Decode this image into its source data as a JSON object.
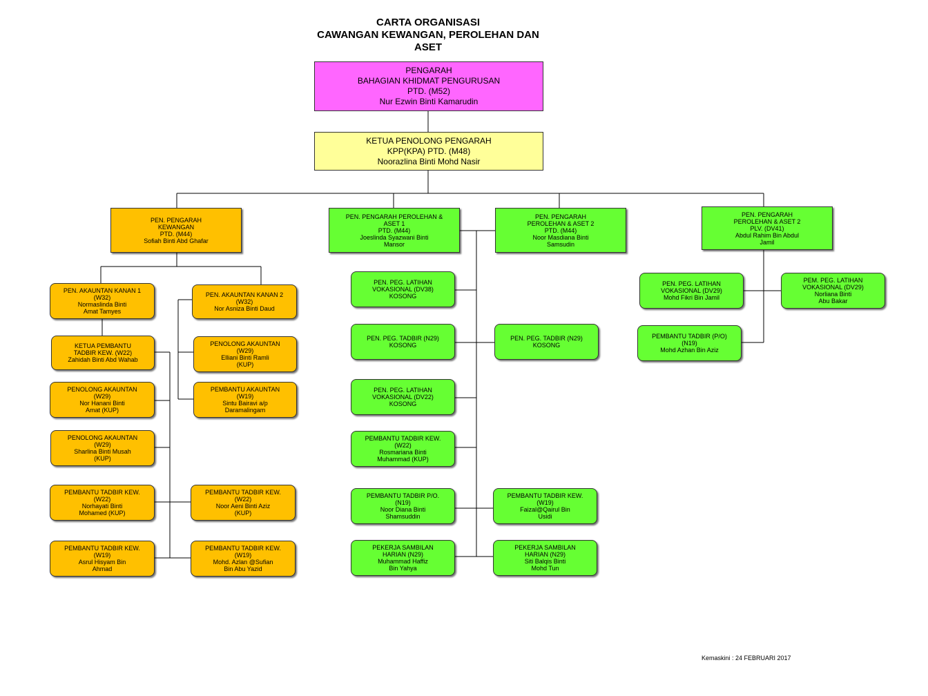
{
  "title": [
    "CARTA ORGANISASI",
    "CAWANGAN KEWANGAN, PEROLEHAN DAN",
    "ASET"
  ],
  "colors": {
    "director": "#ff66ff",
    "deputy": "#ffff99",
    "finance": "#ffc000",
    "procurement": "#66ff33"
  },
  "director": [
    "PENGARAH",
    "BAHAGIAN KHIDMAT PENGURUSAN",
    "PTD. (M52)",
    "Nur Ezwin Binti Kamarudin"
  ],
  "deputy": [
    "KETUA PENOLONG PENGARAH",
    "KPP(KPA) PTD. (M48)",
    "Noorazlina Binti Mohd Nasir"
  ],
  "finance": {
    "head": [
      "PEN. PENGARAH",
      "KEWANGAN",
      "PTD. (M44)",
      "Sofiah Binti Abd Ghafar"
    ],
    "accountant1": [
      "PEN. AKAUNTAN KANAN 1",
      "(W32)",
      "Normaslinda Binti",
      "Amat Tamyes"
    ],
    "accountant2": [
      "PEN. AKAUNTAN KANAN 2",
      "(W32)",
      "Nor Asniza Binti Daud"
    ],
    "left_staff": [
      [
        "KETUA PEMBANTU",
        "TADBIR KEW. (W22)",
        "Zahidah Binti Abd Wahab"
      ],
      [
        "PENOLONG AKAUNTAN",
        "(W29)",
        "Nor Hanani Binti",
        "Amat (KUP)"
      ],
      [
        "PENOLONG AKAUNTAN",
        "(W29)",
        "Sharlina Binti Musah",
        "(KUP)"
      ],
      [
        "PEMBANTU TADBIR KEW.",
        "(W22)",
        "Norhayati Binti",
        "Mohamed (KUP)"
      ],
      [
        "PEMBANTU TADBIR KEW.",
        "(W19)",
        "Asrul Hisyam Bin",
        "Ahmad"
      ]
    ],
    "right_staff": [
      [
        "PENOLONG AKAUNTAN",
        "(W29)",
        "Elliani Binti Ramli",
        "(KUP)"
      ],
      [
        "PEMBANTU AKAUNTAN",
        "(W19)",
        "Sintu Bairavi a/p",
        "Daramalingam"
      ],
      [
        "PEMBANTU TADBIR KEW.",
        "(W22)",
        "Noor Aeni Binti Aziz",
        "(KUP)"
      ],
      [
        "PEMBANTU TADBIR KEW.",
        "(W19)",
        "Mohd. Azlan @Sufian",
        "Bin Abu Yazid"
      ]
    ]
  },
  "procurement1": {
    "head": [
      "PEN. PENGARAH PEROLEHAN &",
      "ASET 1",
      "PTD. (M44)",
      "Joeslinda Syazwani Binti",
      "Mansor"
    ],
    "staff": [
      [
        "PEN. PEG. LATIHAN",
        "VOKASIONAL (DV38)",
        "KOSONG"
      ],
      [
        "PEN. PEG. TADBIR (N29)",
        "KOSONG"
      ],
      [
        "PEN. PEG. LATIHAN",
        "VOKASIONAL (DV22)",
        "KOSONG"
      ],
      [
        "PEMBANTU TADBIR KEW.",
        "(W22)",
        "Rosmariana Binti",
        "Muhammad (KUP)"
      ],
      [
        "PEMBANTU TADBIR P/O.",
        "(N19)",
        "Noor Diana Binti",
        "Shamsuddin"
      ],
      [
        "PEKERJA SAMBILAN",
        "HARIAN (N29)",
        "Muhammad Haffiz",
        "Bin Yahya"
      ]
    ]
  },
  "procurement2": {
    "head": [
      "PEN. PENGARAH",
      "PEROLEHAN & ASET 2",
      "PTD. (M44)",
      "Noor Masdiana Binti",
      "Samsudin"
    ],
    "staff": [
      [
        "PEN. PEG. TADBIR (N29)",
        "KOSONG"
      ],
      [
        "PEMBANTU TADBIR KEW.",
        "(W19)",
        "Faizal@Qairul Bin",
        "Usidi"
      ],
      [
        "PEKERJA SAMBILAN",
        "HARIAN (N29)",
        "Siti Balqis Binti",
        "Mohd Tun"
      ]
    ]
  },
  "procurement3": {
    "head": [
      "PEN. PENGARAH",
      "PEROLEHAN & ASET 2",
      "PLV. (DV41)",
      "Abdul Rahim Bin Abdul",
      "Jamil"
    ],
    "staff": [
      [
        "PEN. PEG. LATIHAN",
        "VOKASIONAL (DV29)",
        "Mohd Fikri Bin Jamil"
      ],
      [
        "PEM. PEG. LATIHAN",
        "VOKASIONAL (DV29)",
        "Norliana Binti",
        "Abu Bakar"
      ],
      [
        "PEMBANTU TADBIR (P/O)",
        "(N19)",
        "Mohd Azhan Bin Aziz"
      ]
    ]
  },
  "updated": "Kemaskini : 24 FEBRUARI 2017"
}
